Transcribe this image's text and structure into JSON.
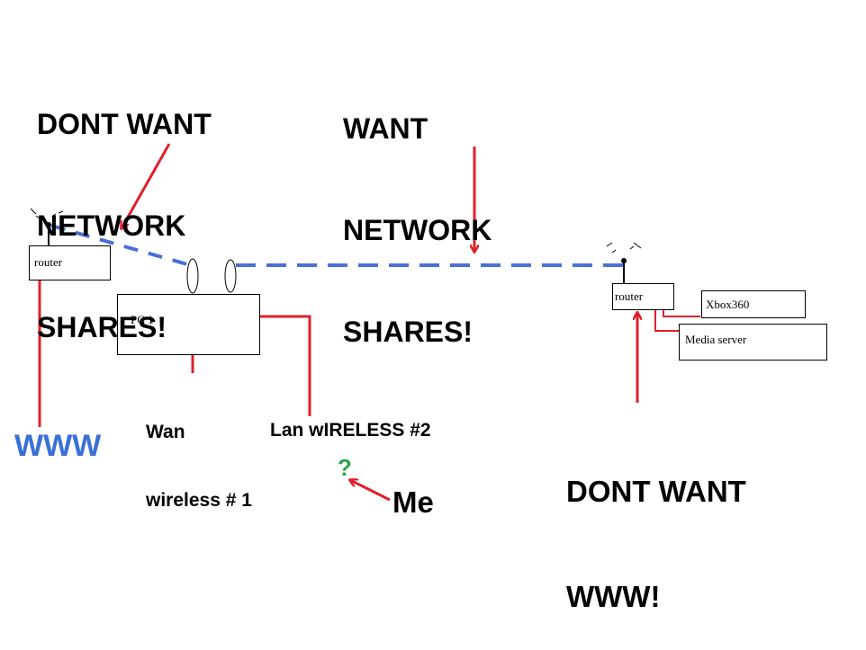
{
  "labels": {
    "dont_want_shares": [
      "DONT WANT",
      "NETWORK",
      "SHARES!"
    ],
    "want_shares": [
      "WANT",
      "NETWORK",
      "SHARES!"
    ],
    "wan_wireless": [
      "Wan",
      "wireless # 1"
    ],
    "lan_wireless": "Lan wIRELESS #2",
    "www": "WWW",
    "dont_want_www": [
      "DONT WANT",
      "WWW!"
    ],
    "question_mark": "?",
    "me": "Me"
  },
  "devices": {
    "router_left": "router",
    "pc": "PC 1",
    "router_right": "router",
    "xbox": "Xbox360",
    "media_server": "Media server"
  },
  "colors": {
    "arrow": "#e0202a",
    "wireless_link": "#4a6fd8",
    "www_text": "#3a6fd8",
    "question": "#2aa24a"
  }
}
